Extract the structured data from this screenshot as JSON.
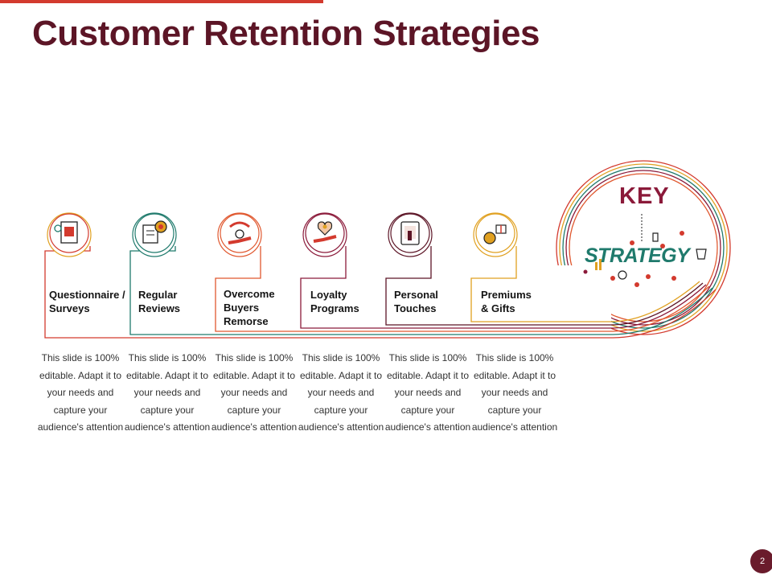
{
  "slide": {
    "title": "Customer Retention Strategies",
    "page_number": "2"
  },
  "key_graphic": {
    "label": "KEY",
    "word": "STRATEGY",
    "icon": "strategy-key-icon"
  },
  "colors": {
    "title": "#5c1526",
    "accent_bar": "#d33a2e",
    "page_badge": "#6a1b2c"
  },
  "steps": [
    {
      "label": "Questionnaire / Surveys",
      "icon": "clipboard-icon",
      "color": "#d33a2e",
      "description": "This slide is 100% editable. Adapt it to your needs and capture your audience's attention"
    },
    {
      "label": "Regular Reviews",
      "icon": "magnifier-document-icon",
      "color": "#1f7a6c",
      "description": "This slide is 100% editable. Adapt it to your needs and capture your audience's attention"
    },
    {
      "label": "Overcome Buyers Remorse",
      "icon": "hand-money-icon",
      "color": "#e0582f",
      "description": "This slide is 100% editable. Adapt it to your needs and capture your audience's attention"
    },
    {
      "label": "Loyalty Programs",
      "icon": "heart-hand-icon",
      "color": "#8b1a3a",
      "description": "This slide is 100% editable. Adapt it to your needs and capture your audience's attention"
    },
    {
      "label": "Personal Touches",
      "icon": "tablet-touch-icon",
      "color": "#5c1526",
      "description": "This slide is 100% editable. Adapt it to your needs and capture your audience's attention"
    },
    {
      "label": "Premiums & Gifts",
      "icon": "coin-gift-icon",
      "color": "#d33a2e",
      "description": "This slide is 100% editable. Adapt it to your needs and capture your audience's attention"
    }
  ]
}
